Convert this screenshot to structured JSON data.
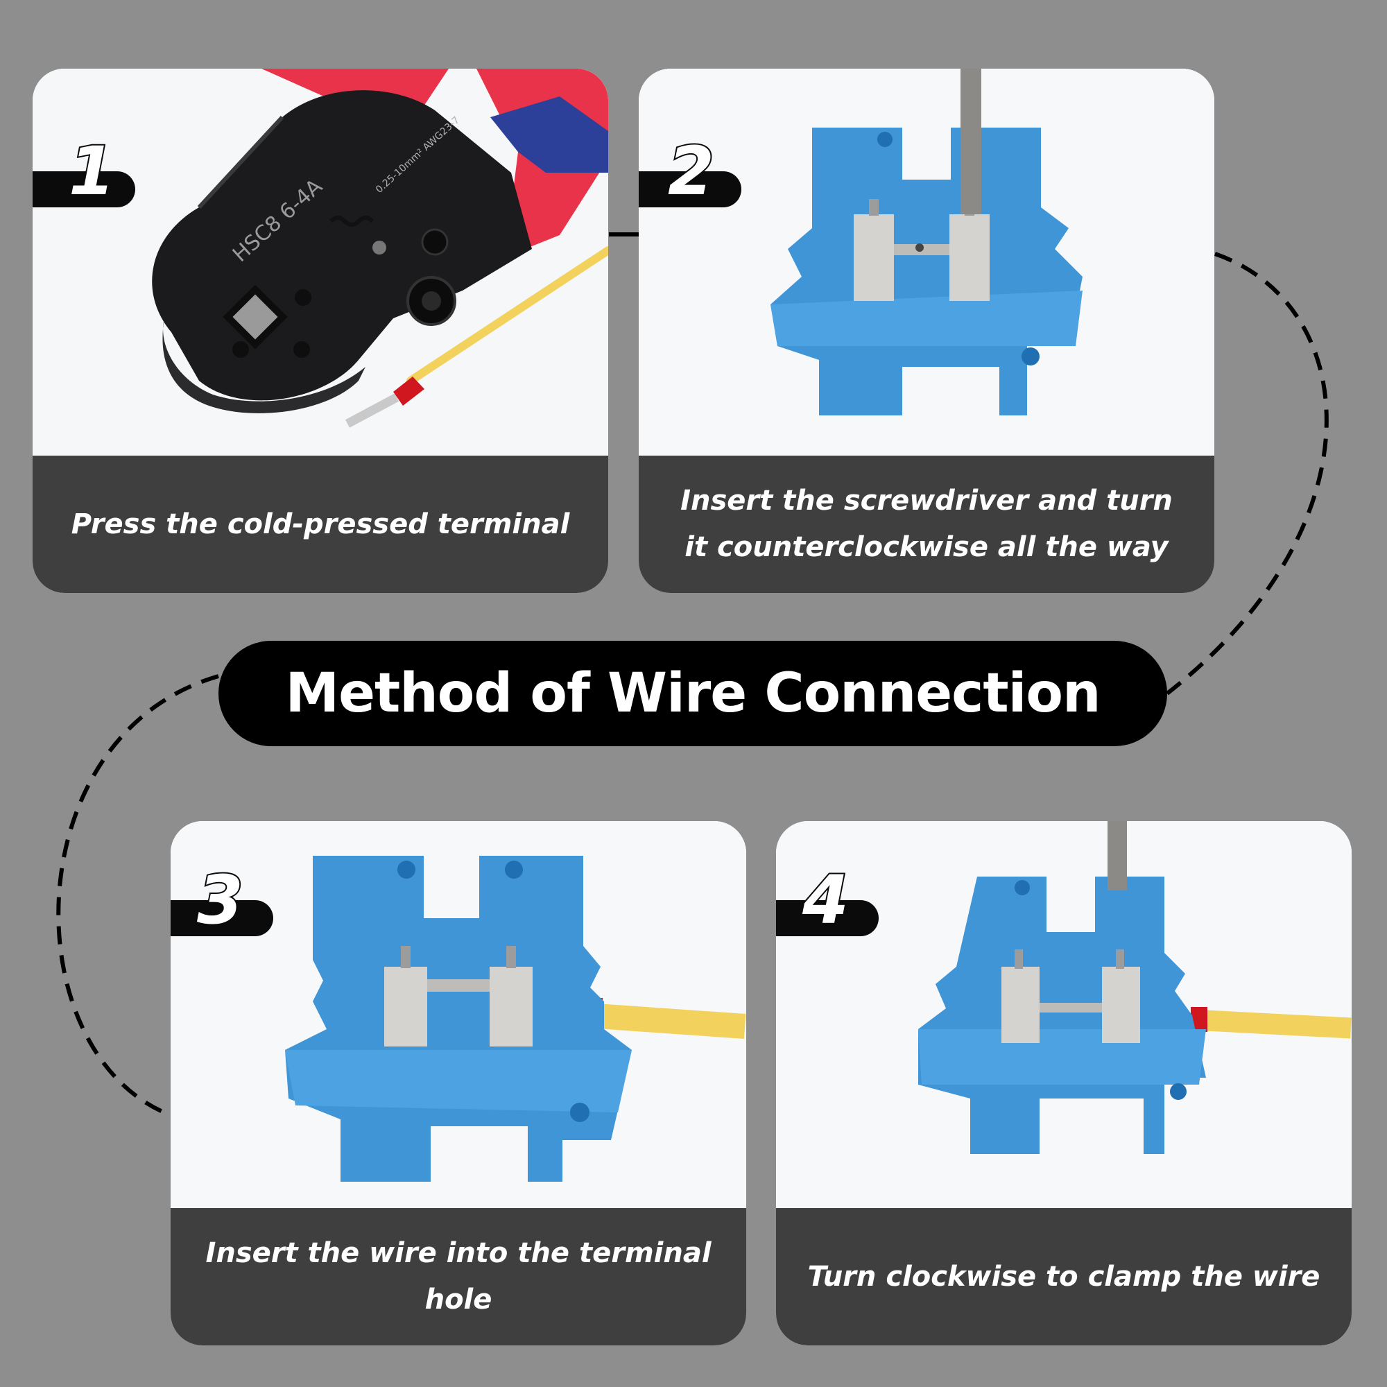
{
  "title": "Method of Wire Connection",
  "steps": [
    {
      "number": "1",
      "caption": "Press the cold-pressed terminal",
      "tool_text": "HSC8 6-4A",
      "tool_spec": "0.25-10mm²  AWG23-7"
    },
    {
      "number": "2",
      "caption": "Insert the screwdriver and turn it counterclockwise all the way"
    },
    {
      "number": "3",
      "caption": "Insert the wire into the terminal hole"
    },
    {
      "number": "4",
      "caption": "Turn clockwise to clamp the wire"
    }
  ],
  "colors": {
    "background": "#8e8e8e",
    "caption_bg": "#3f3f40",
    "terminal_blue": "#3f95d6",
    "wire_yellow": "#f2d25c",
    "ferrule_red": "#d0161e",
    "handle_red": "#e8334a",
    "handle_blue": "#2c3f99"
  },
  "icons": [
    "crimping-tool-image",
    "terminal-block-image",
    "screwdriver-image",
    "wire-image"
  ]
}
